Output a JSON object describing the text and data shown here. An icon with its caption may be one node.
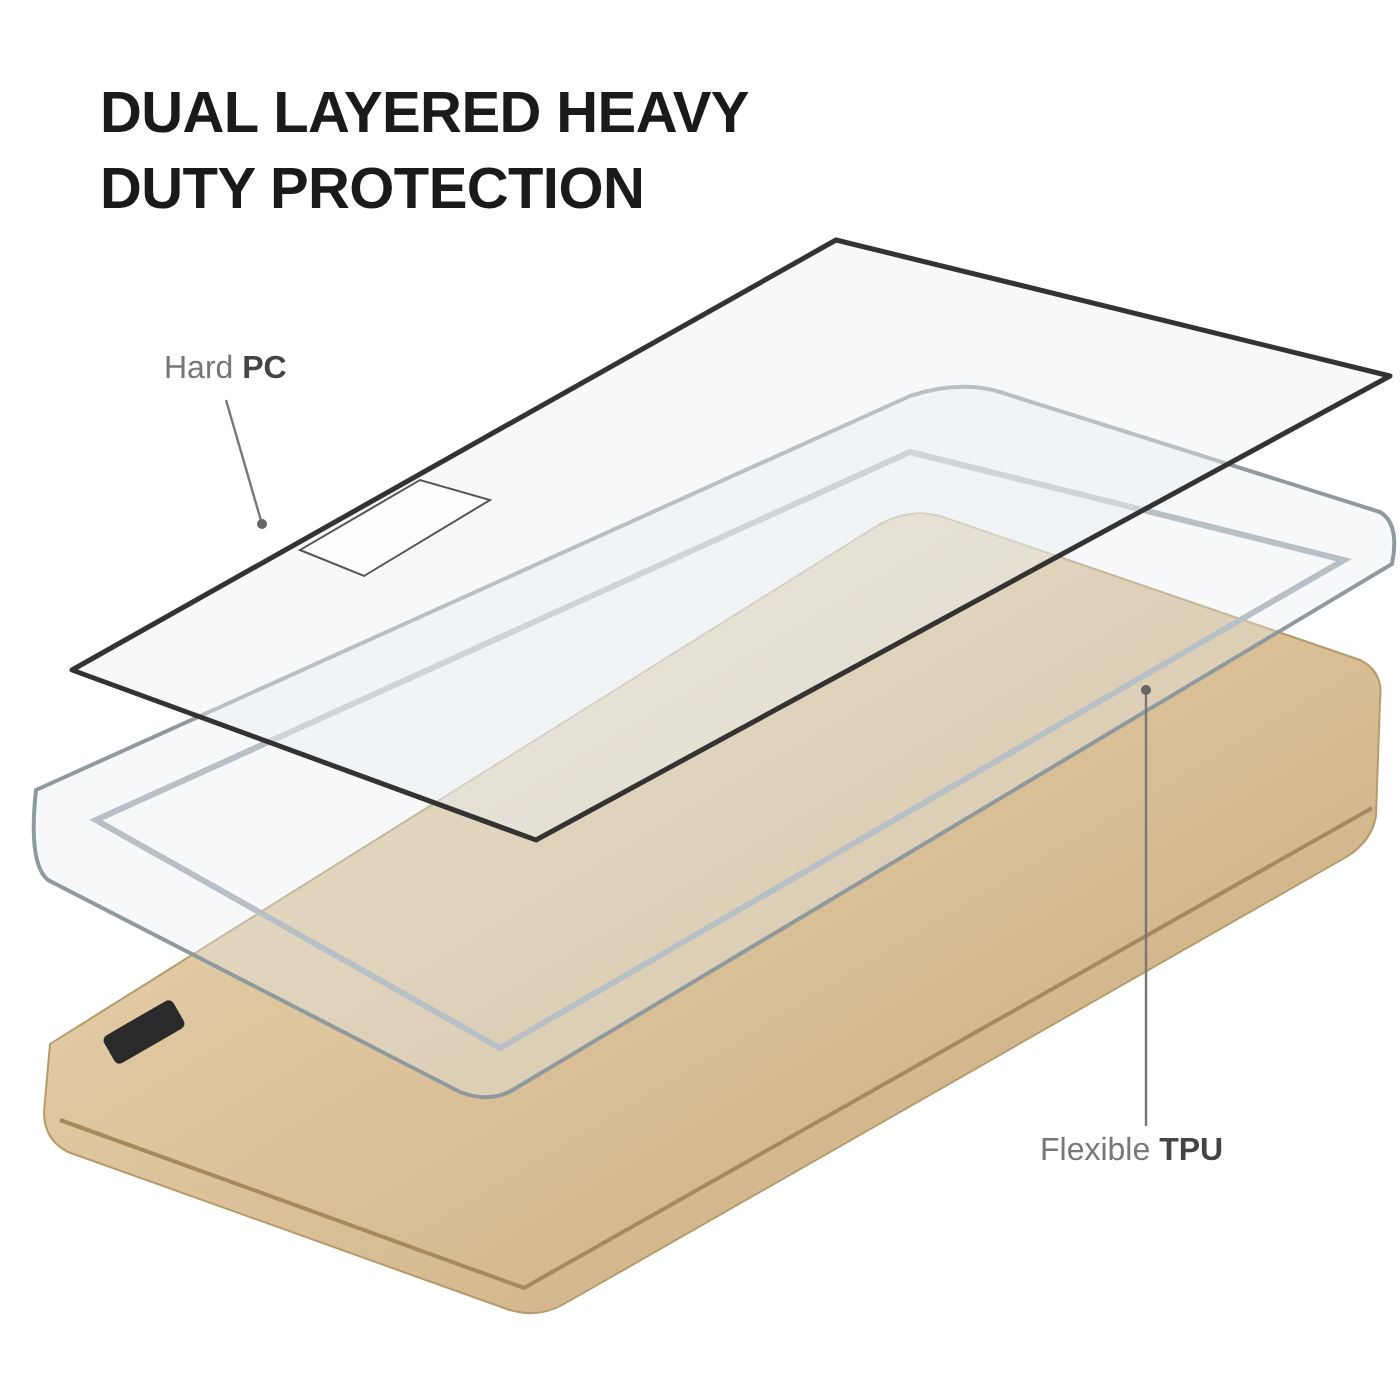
{
  "diagram": {
    "title": "DUAL LAYERED HEAVY DUTY PROTECTION",
    "nodes": [
      {
        "text": [
          "Hard **PC**"
        ]
      },
      {
        "text": [],
        "shape": "picture"
      },
      {
        "text": [
          "Flexible **TPU**"
        ]
      },
      {
        "text": [],
        "shape": "picture"
      }
    ],
    "edges": [
      {
        "from": 0,
        "to": 1,
        "arrow": "other"
      },
      {
        "from": 2,
        "to": 3,
        "arrow": "other"
      }
    ]
  }
}
